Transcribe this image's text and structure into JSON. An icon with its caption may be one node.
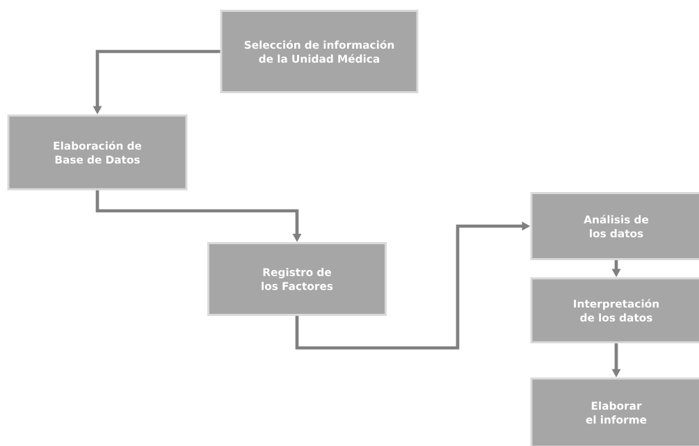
{
  "diagram": {
    "nodes": [
      {
        "text": [
          "Selección de información de la Unidad Médica"
        ]
      },
      {
        "text": [
          "Elaboración de Base de Datos"
        ]
      },
      {
        "text": [
          "Registro de los Factores"
        ]
      },
      {
        "text": [
          "Análisis de los datos"
        ]
      },
      {
        "text": [
          "Interpretación de los datos"
        ]
      },
      {
        "text": [
          "Elaborar el informe"
        ]
      }
    ],
    "edges": [
      {
        "from": 0,
        "to": 1,
        "arrow": "to"
      },
      {
        "from": 1,
        "to": 2,
        "arrow": "to"
      },
      {
        "from": 2,
        "to": 3,
        "arrow": "to"
      },
      {
        "from": 3,
        "to": 4,
        "arrow": "to"
      },
      {
        "from": 4,
        "to": 5,
        "arrow": "to"
      }
    ]
  }
}
